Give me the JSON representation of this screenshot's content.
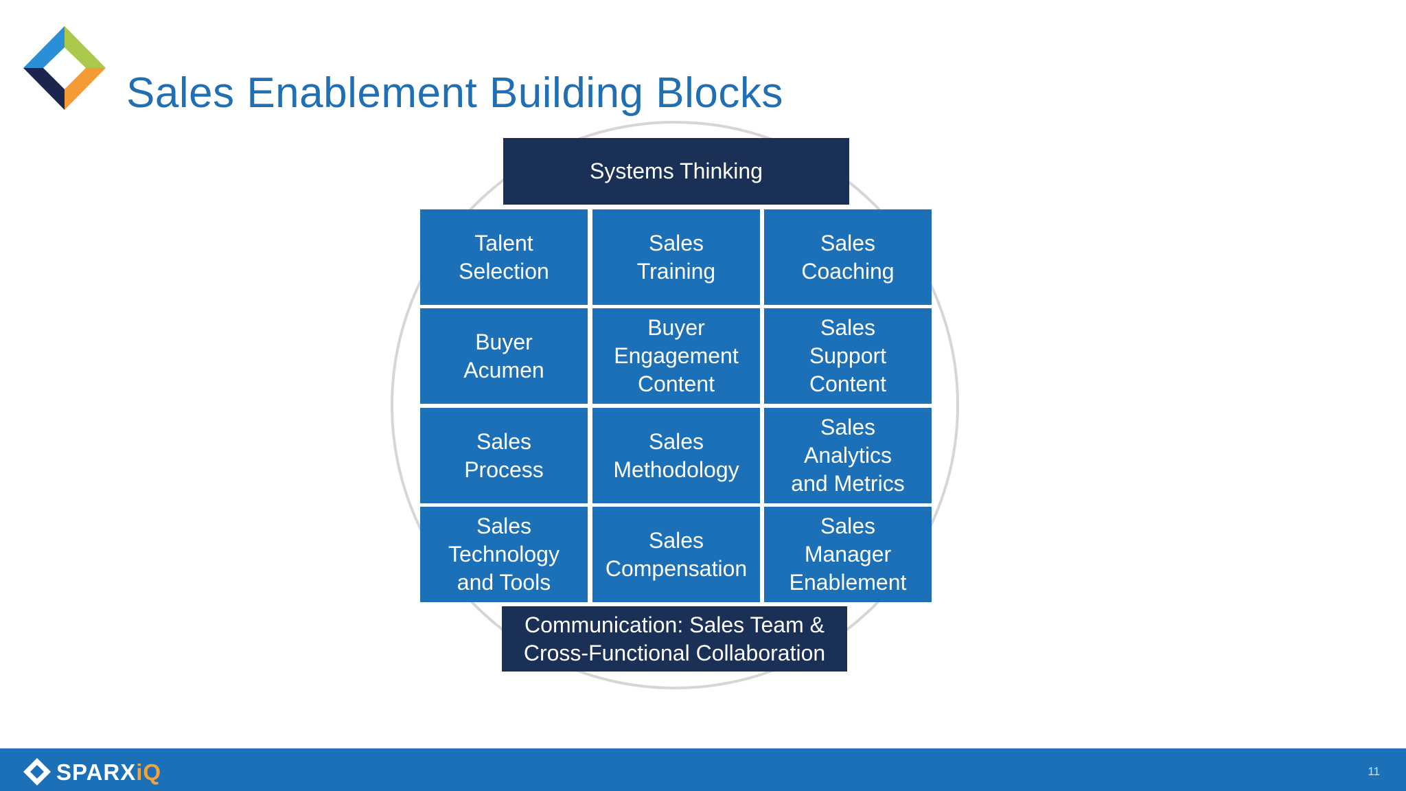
{
  "slide": {
    "title": "Sales Enablement Building Blocks",
    "page_number": "11"
  },
  "brand": {
    "name_main": "SPARX",
    "name_accent": "iQ",
    "colors": {
      "primary_blue": "#1c70b8",
      "dark_navy": "#1b3057",
      "title_blue": "#1f6fb2",
      "accent_orange": "#f4a23c",
      "accent_green": "#a9c94a",
      "circle_gray": "#d6d6d8"
    }
  },
  "diagram": {
    "top_block": [
      "Systems Thinking"
    ],
    "bottom_block": [
      "Communication: Sales Team &",
      "Cross-Functional Collaboration"
    ],
    "grid": [
      [
        {
          "lines": [
            "Talent",
            "Selection"
          ]
        },
        {
          "lines": [
            "Sales",
            "Training"
          ]
        },
        {
          "lines": [
            "Sales",
            "Coaching"
          ]
        }
      ],
      [
        {
          "lines": [
            "Buyer",
            "Acumen"
          ]
        },
        {
          "lines": [
            "Buyer",
            "Engagement",
            "Content"
          ]
        },
        {
          "lines": [
            "Sales",
            "Support",
            "Content"
          ]
        }
      ],
      [
        {
          "lines": [
            "Sales",
            "Process"
          ]
        },
        {
          "lines": [
            "Sales",
            "Methodology"
          ]
        },
        {
          "lines": [
            "Sales",
            "Analytics",
            "and Metrics"
          ]
        }
      ],
      [
        {
          "lines": [
            "Sales",
            "Technology",
            "and Tools"
          ]
        },
        {
          "lines": [
            "Sales",
            "Compensation"
          ]
        },
        {
          "lines": [
            "Sales",
            "Manager",
            "Enablement"
          ]
        }
      ]
    ]
  }
}
